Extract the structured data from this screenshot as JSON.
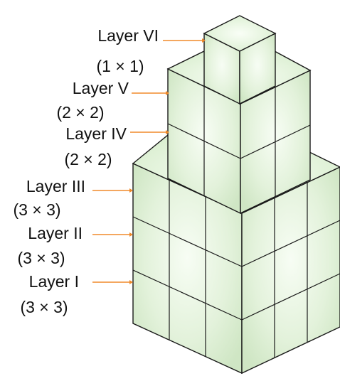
{
  "colors": {
    "cube_light": "#f3fbef",
    "cube_mid": "#dff0d6",
    "cube_dark": "#c9e3bd",
    "edge": "#1a1a1a",
    "arrow": "#f08a2a",
    "text": "#111111"
  },
  "layers": [
    {
      "name": "Layer VI",
      "size": "(1 × 1)"
    },
    {
      "name": "Layer V",
      "size": "(2 × 2)"
    },
    {
      "name": "Layer IV",
      "size": "(2 × 2)"
    },
    {
      "name": "Layer III",
      "size": "(3 × 3)"
    },
    {
      "name": "Layer II",
      "size": "(3 × 3)"
    },
    {
      "name": "Layer I",
      "size": "(3 × 3)"
    }
  ]
}
